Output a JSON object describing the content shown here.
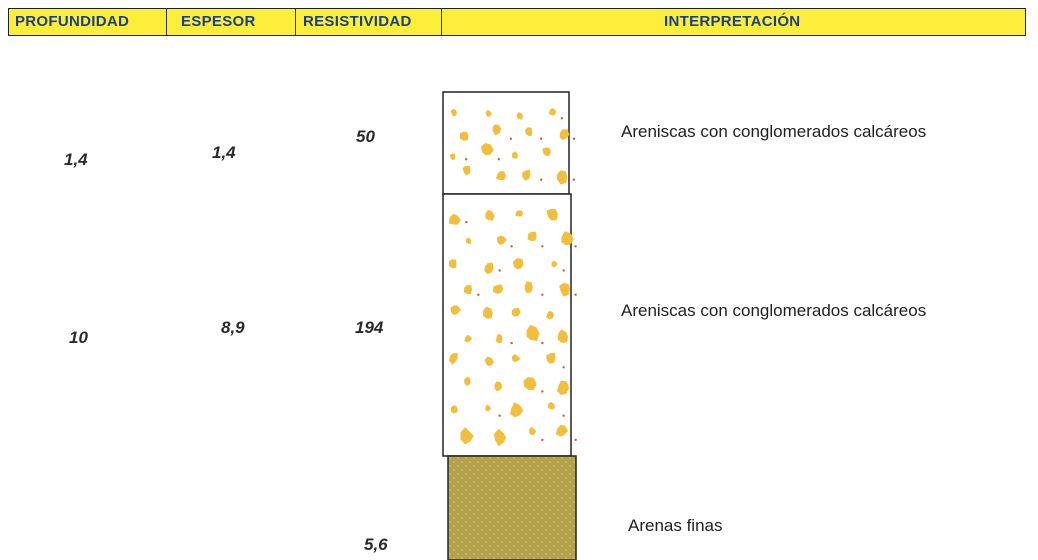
{
  "header": {
    "profundidad": "PROFUNDIDAD",
    "espesor": "ESPESOR",
    "resistividad": "RESISTIVIDAD",
    "interpretacion": "INTERPRETACIÓN"
  },
  "layers": [
    {
      "profundidad": "1,4",
      "espesor": "1,4",
      "resistividad": "50",
      "interpretacion": "Areniscas con conglomerados calcáreos",
      "pattern": "conglomerate"
    },
    {
      "profundidad": "10",
      "espesor": "8,9",
      "resistividad": "194",
      "interpretacion": "Areniscas con conglomerados calcáreos",
      "pattern": "conglomerate"
    },
    {
      "profundidad": "",
      "espesor": "",
      "resistividad": "5,6",
      "interpretacion": "Arenas finas",
      "pattern": "fine-sand"
    }
  ],
  "colors": {
    "header_bg": "#fdee3a",
    "header_text": "#1a3f8c",
    "pebble": "#f2bf3c",
    "pebble_dot": "#d95a2e",
    "fine_sand": "#b3a24a"
  }
}
